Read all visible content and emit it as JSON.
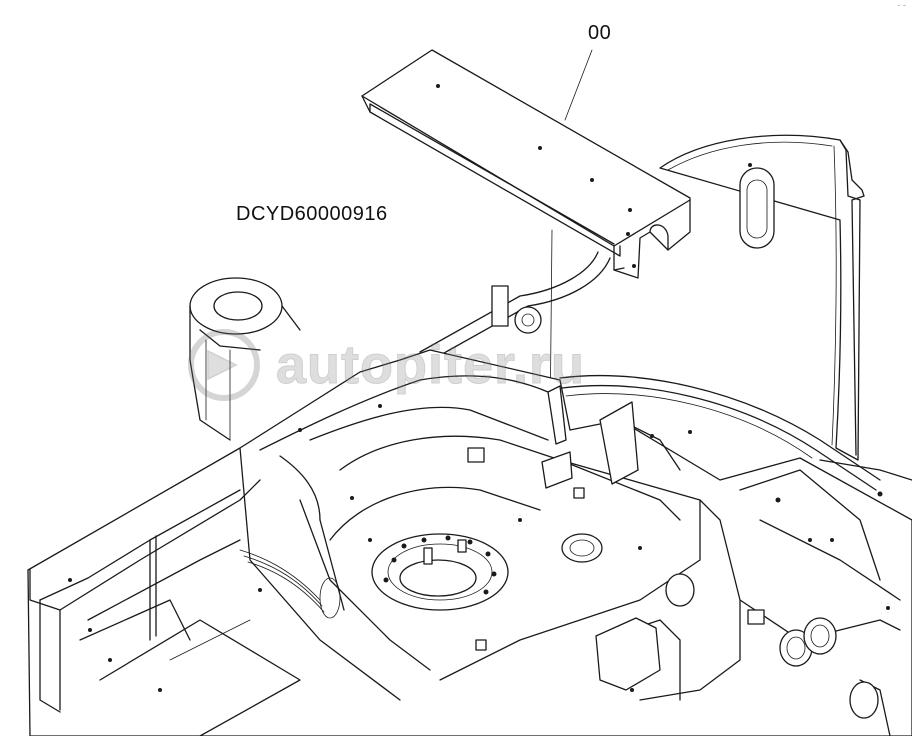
{
  "diagram": {
    "part_label": "00",
    "diagram_id": "DCYD60000916",
    "watermark": "autopiter.ru",
    "corner_mark": "- -"
  },
  "colors": {
    "line": "#1a1a1a",
    "background": "#ffffff",
    "watermark": "#8a8a8a"
  },
  "icons": {
    "watermark_logo": "circled-arrow-logo-icon"
  }
}
